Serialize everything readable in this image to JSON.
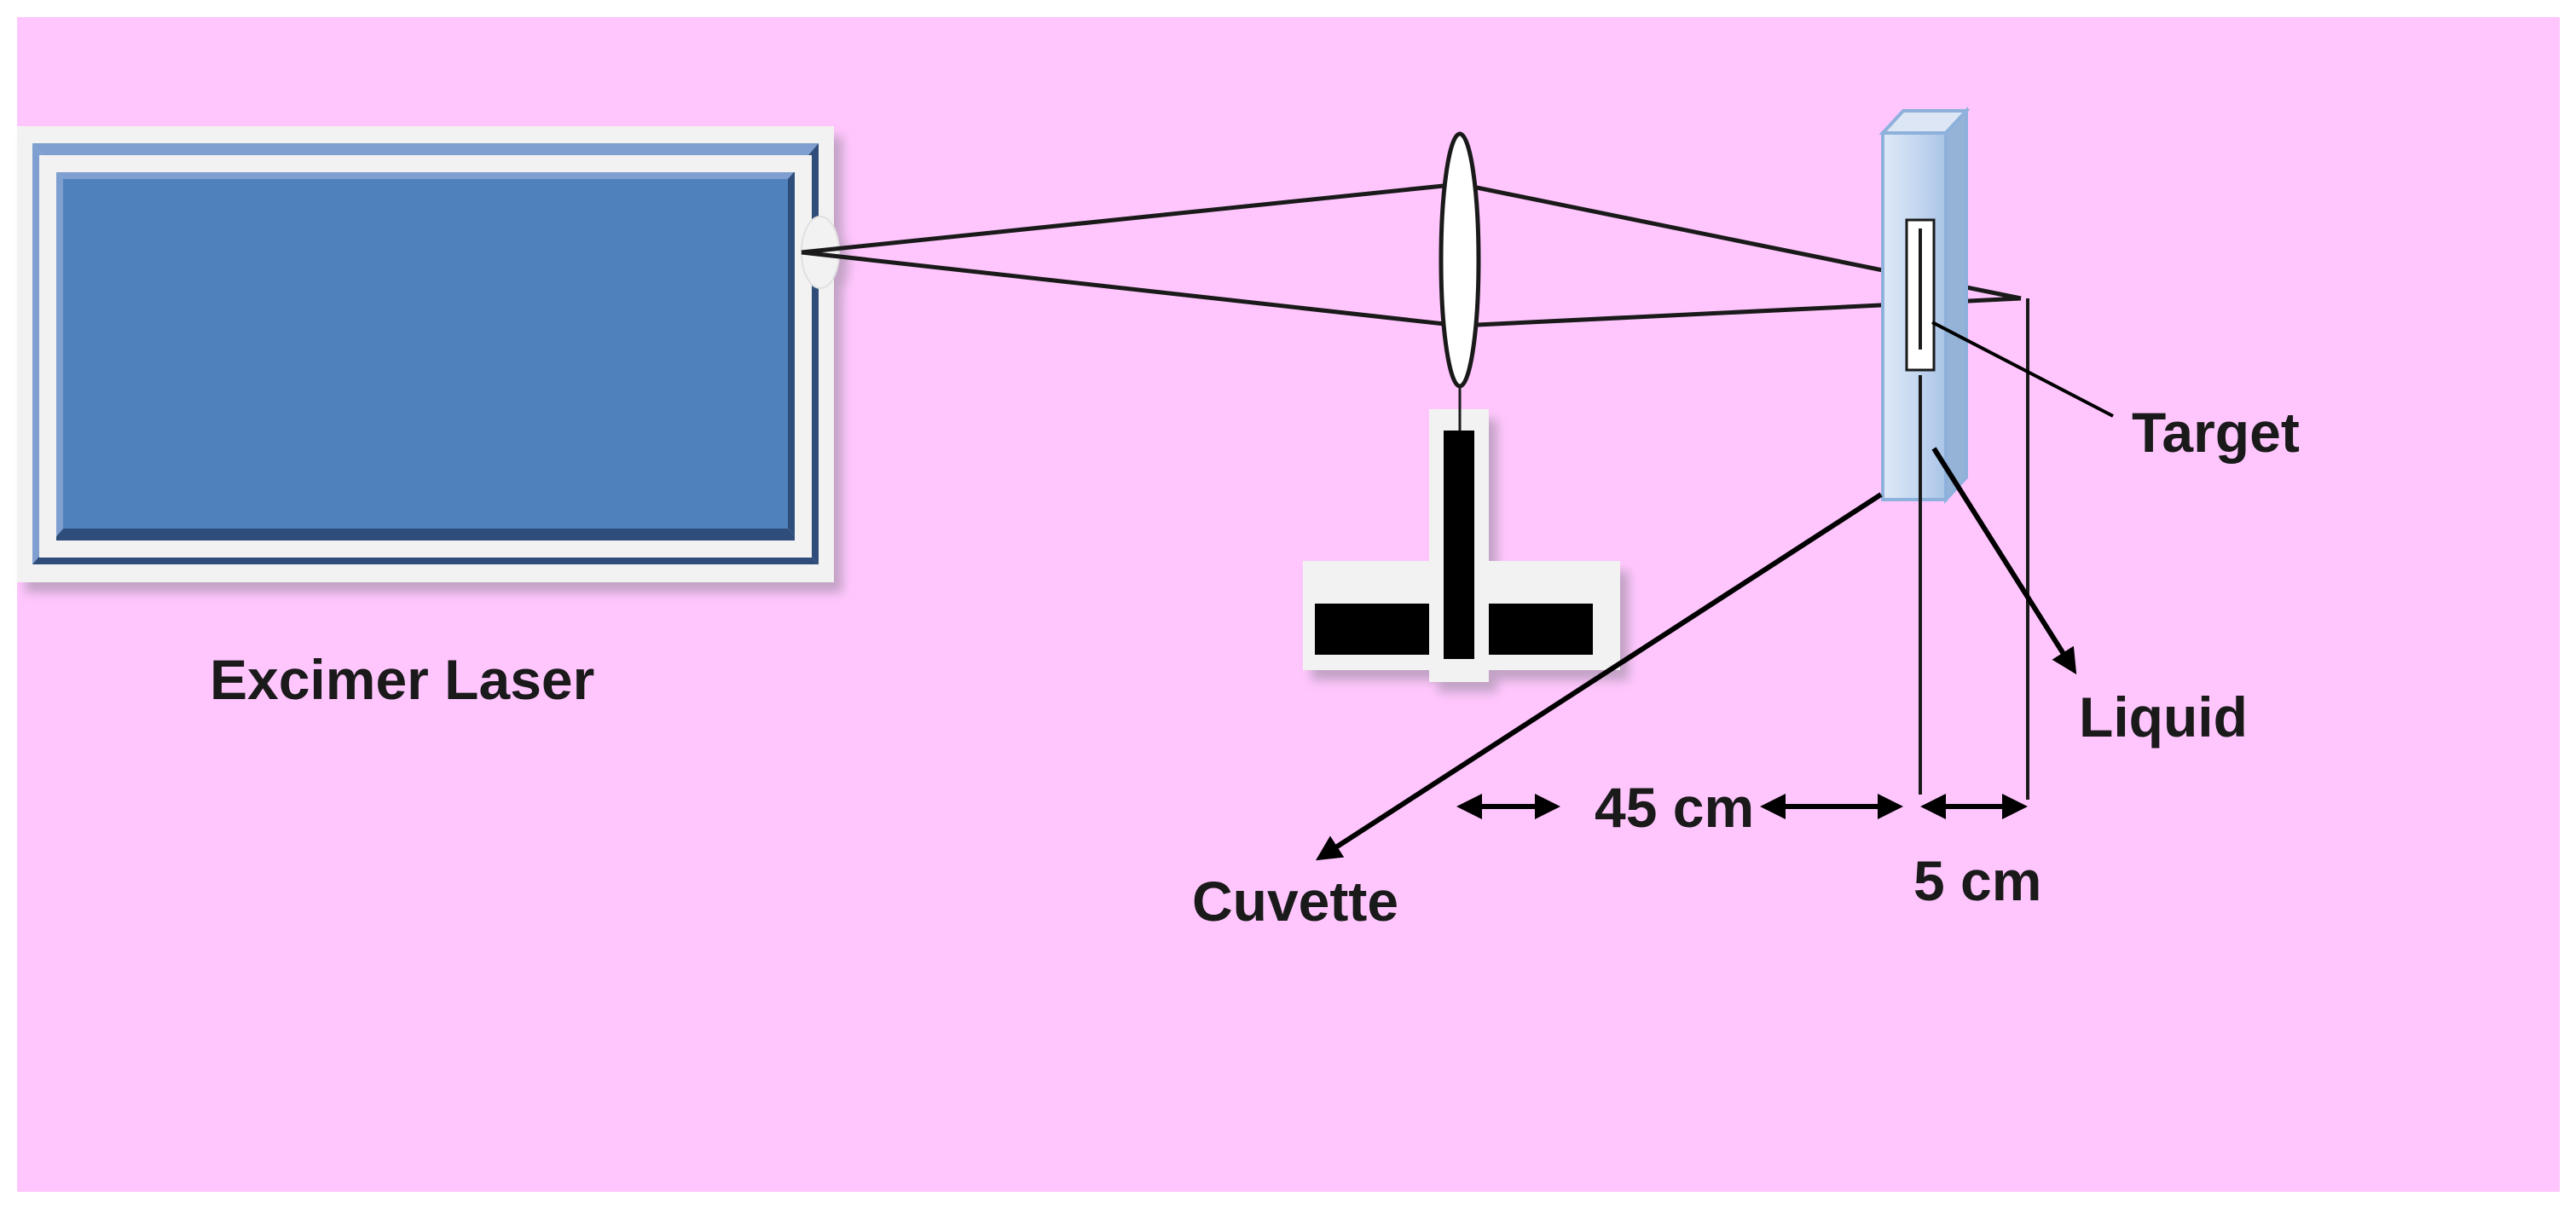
{
  "diagram": {
    "labels": {
      "laser": "Excimer Laser",
      "target": "Target",
      "liquid": "Liquid",
      "cuvette": "Cuvette",
      "distance_lens_cuvette": "45 cm",
      "distance_liquid": "5 cm"
    },
    "colors": {
      "background": "#ffc6fd",
      "laser_face": "#4f81bd",
      "laser_bevel_light": "#7f9fd0",
      "laser_bevel_dark": "#2e4e7a",
      "frame": "#f2f2f2",
      "cuvette": "#c6d9f1",
      "ink": "#000000"
    }
  }
}
